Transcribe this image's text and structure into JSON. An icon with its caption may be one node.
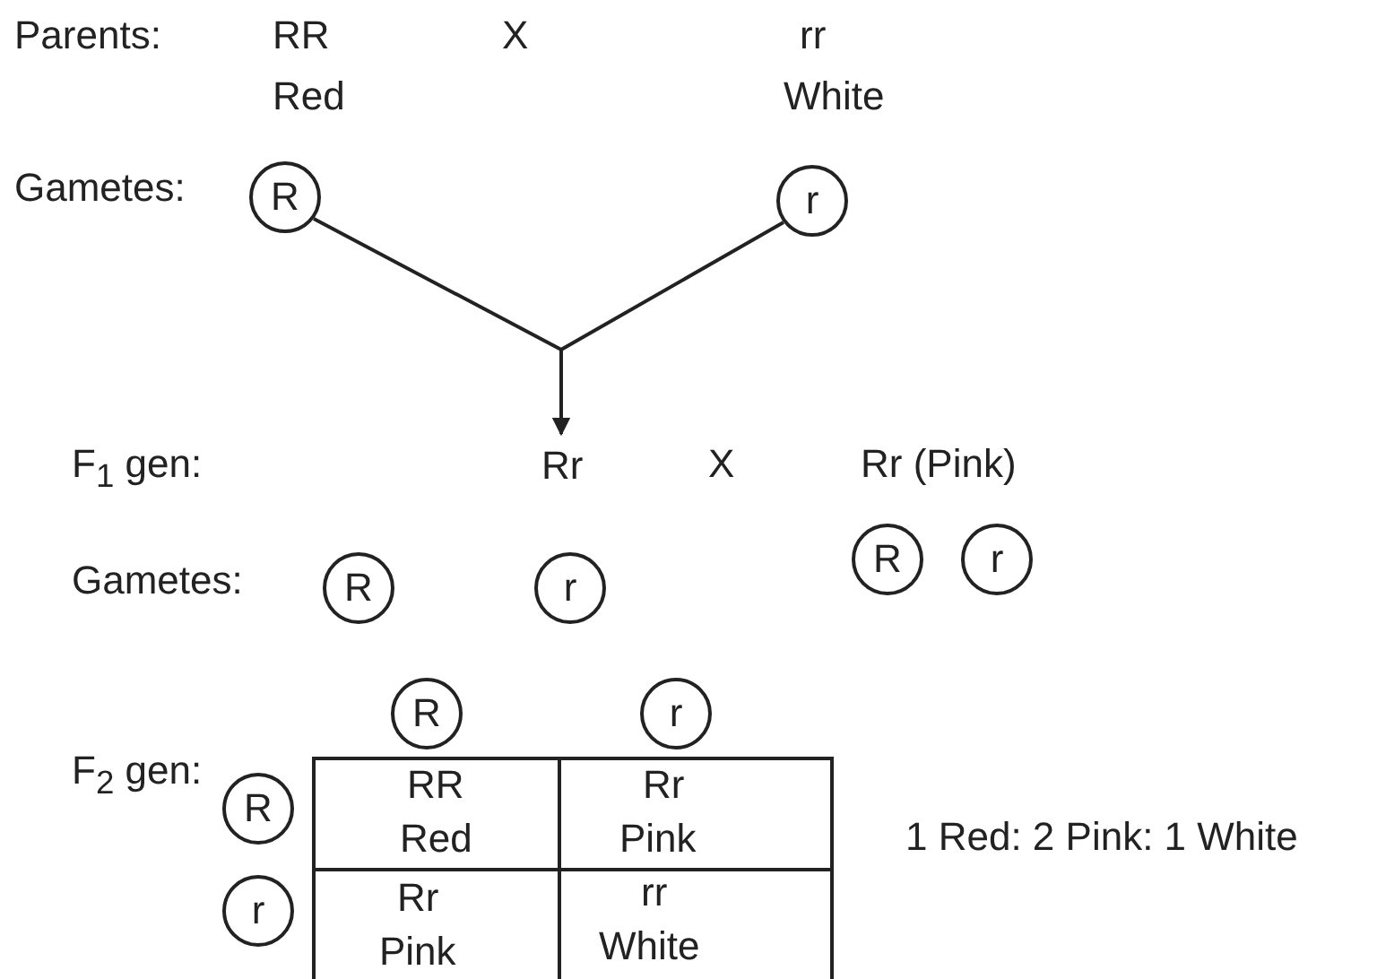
{
  "diagram": {
    "nodes": [
      {
        "text": [
          "R"
        ]
      },
      {
        "text": [
          "r"
        ]
      },
      {
        "text": [
          "Rr"
        ]
      },
      {
        "text": [
          "R"
        ]
      },
      {
        "text": [
          "r"
        ]
      },
      {
        "text": [
          "R"
        ]
      },
      {
        "text": [
          "r"
        ]
      },
      {
        "text": [
          "R"
        ]
      },
      {
        "text": [
          "r"
        ]
      },
      {
        "text": [
          "R"
        ]
      },
      {
        "text": [
          "r"
        ]
      }
    ],
    "edges": [
      {
        "from": 0,
        "to": 2,
        "arrow": "to"
      },
      {
        "from": 1,
        "to": 2,
        "arrow": "to"
      }
    ],
    "labels": [
      "Parents:",
      "RR",
      "X",
      "rr",
      "Red",
      "White",
      "Gametes:",
      "F$_{1}$ gen:",
      "X",
      "Rr (Pink)",
      "Gametes:",
      "F$_{2}$ gen:",
      "RR",
      "Red",
      "Rr",
      "Pink",
      "1 Red: 2 Pink: 1 White",
      "Rr",
      "Pink",
      "rr",
      "White"
    ]
  }
}
